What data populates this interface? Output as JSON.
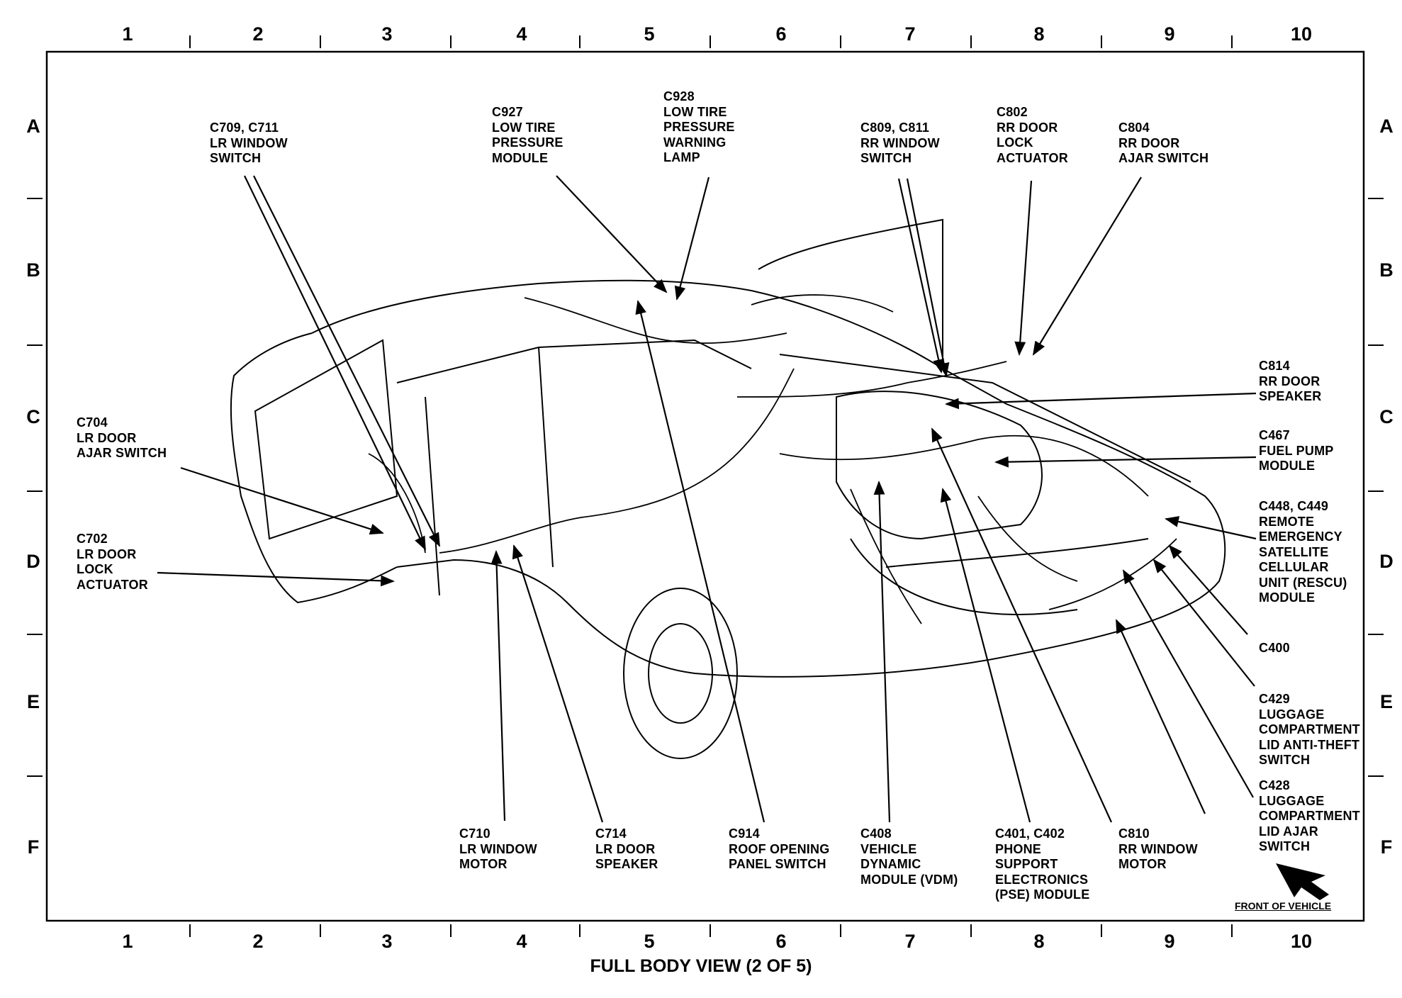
{
  "title": "FULL BODY VIEW (2 OF 5)",
  "grid": {
    "columns": [
      "1",
      "2",
      "3",
      "4",
      "5",
      "6",
      "7",
      "8",
      "9",
      "10"
    ],
    "rows": [
      "A",
      "B",
      "C",
      "D",
      "E",
      "F"
    ]
  },
  "front_label": "FRONT OF VEHICLE",
  "callouts": {
    "c709": [
      "C709, C711",
      "LR WINDOW",
      "SWITCH"
    ],
    "c927": [
      "C927",
      "LOW TIRE",
      "PRESSURE",
      "MODULE"
    ],
    "c928": [
      "C928",
      "LOW TIRE",
      "PRESSURE",
      "WARNING",
      "LAMP"
    ],
    "c809": [
      "C809, C811",
      "RR WINDOW",
      "SWITCH"
    ],
    "c802": [
      "C802",
      "RR DOOR",
      "LOCK",
      "ACTUATOR"
    ],
    "c804": [
      "C804",
      "RR DOOR",
      "AJAR SWITCH"
    ],
    "c704": [
      "C704",
      "LR DOOR",
      "AJAR SWITCH"
    ],
    "c702": [
      "C702",
      "LR DOOR",
      "LOCK",
      "ACTUATOR"
    ],
    "c814": [
      "C814",
      "RR DOOR",
      "SPEAKER"
    ],
    "c467": [
      "C467",
      "FUEL PUMP",
      "MODULE"
    ],
    "c448": [
      "C448, C449",
      "REMOTE",
      "EMERGENCY",
      "SATELLITE",
      "CELLULAR",
      "UNIT (RESCU)",
      "MODULE"
    ],
    "c400": [
      "C400"
    ],
    "c429": [
      "C429",
      "LUGGAGE",
      "COMPARTMENT",
      "LID ANTI-THEFT",
      "SWITCH"
    ],
    "c428": [
      "C428",
      "LUGGAGE",
      "COMPARTMENT",
      "LID AJAR",
      "SWITCH"
    ],
    "c710": [
      "C710",
      "LR WINDOW",
      "MOTOR"
    ],
    "c714": [
      "C714",
      "LR DOOR",
      "SPEAKER"
    ],
    "c914": [
      "C914",
      "ROOF OPENING",
      "PANEL SWITCH"
    ],
    "c408": [
      "C408",
      "VEHICLE",
      "DYNAMIC",
      "MODULE (VDM)"
    ],
    "c401": [
      "C401, C402",
      "PHONE",
      "SUPPORT",
      "ELECTRONICS",
      "(PSE) MODULE"
    ],
    "c810": [
      "C810",
      "RR WINDOW",
      "MOTOR"
    ]
  }
}
